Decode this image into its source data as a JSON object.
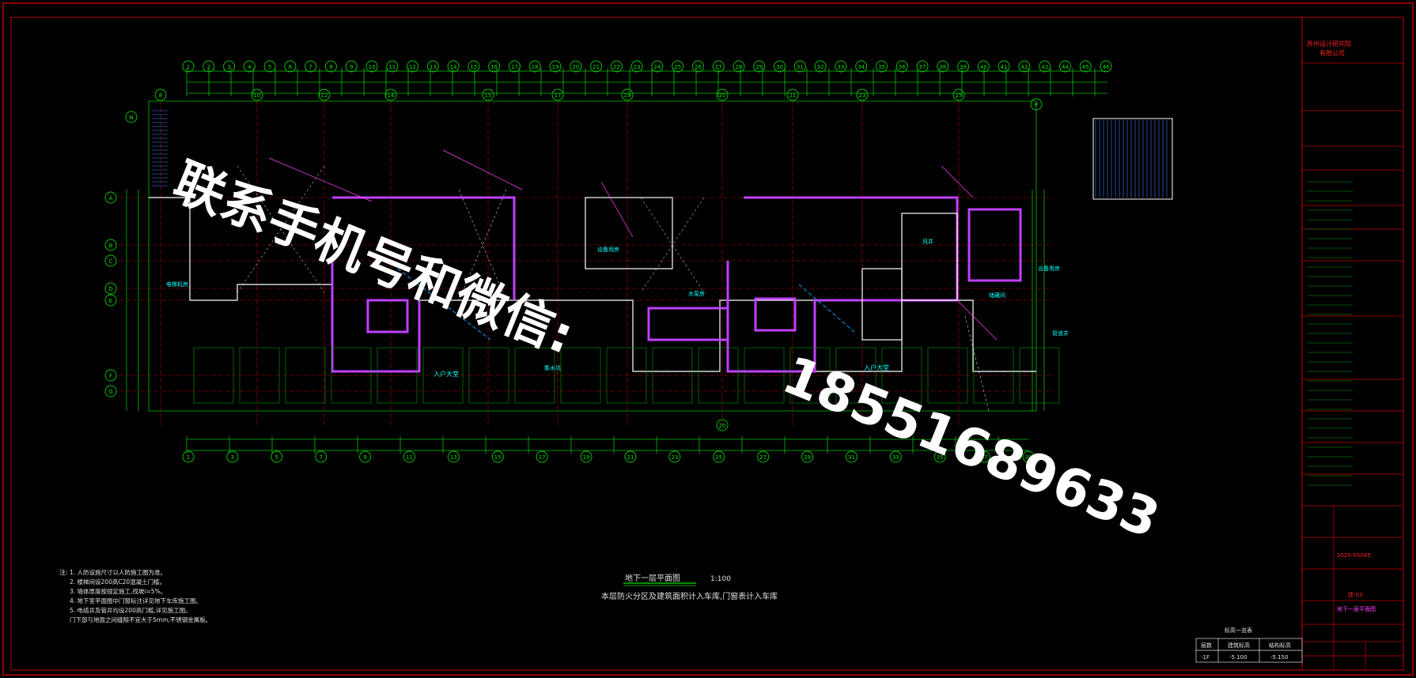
{
  "drawing": {
    "title": "地下一层平面图",
    "scale": "1:100",
    "subtitle": "本层防火分区及建筑面积计入车库,门窗表计入车库"
  },
  "watermark": {
    "line1": "联系手机号和微信:",
    "line2": "18551689633"
  },
  "notes": {
    "heading": "注:",
    "items": [
      "1. 人防设施尺寸以人防施工图为准。",
      "2. 楼梯间设200高C20混凝土门槛。",
      "3. 墙体厚度按规定施工,找坡i=5%。",
      "4. 地下室平面图中门窗标注详见地下车库施工图。",
      "5. 电缆井及管井均设200高门槛,详见施工图。",
      "门下部与地面之间缝隙不宜大于5mm,不锈钢金属板。"
    ]
  },
  "rooms": {
    "entry1": "入户大堂",
    "entry2": "入户大堂",
    "elevator_room": "电梯机房",
    "equipment1": "设备用房",
    "equipment2": "设备用房",
    "shaft": "风井",
    "storage": "储藏间",
    "pump": "水泵房",
    "water": "集水坑",
    "duct": "管道井"
  },
  "level_table": {
    "heading": "标高一览表",
    "headers": [
      "层数",
      "建筑标高",
      "结构标高"
    ],
    "row": [
      "-1F",
      "-5.100",
      "-5.150"
    ]
  },
  "title_block": {
    "company_line1": "苏州设计研究院",
    "company_line2": "有限公司",
    "project_no": "2020-05045",
    "sheet_name": "地下一层平面图",
    "sheet_no": "建-03"
  },
  "grid_top": [
    "1",
    "2",
    "3",
    "4",
    "5",
    "6",
    "7",
    "8",
    "9",
    "10",
    "11",
    "12",
    "13",
    "14",
    "15",
    "16",
    "17",
    "18",
    "19",
    "20",
    "21",
    "22",
    "23",
    "24",
    "25",
    "26",
    "27",
    "28",
    "29",
    "30",
    "31",
    "32",
    "33",
    "34",
    "35",
    "36",
    "37",
    "38",
    "39",
    "40",
    "41",
    "42",
    "43",
    "44",
    "45",
    "46"
  ],
  "grid_mid": [
    "8",
    "10",
    "12",
    "14",
    "15",
    "17",
    "19",
    "20",
    "21",
    "23",
    "25"
  ],
  "grid_bottom": [
    "1",
    "3",
    "5",
    "7",
    "9",
    "11",
    "13",
    "15",
    "17",
    "19",
    "21",
    "23",
    "25",
    "27",
    "29",
    "31",
    "33",
    "35",
    "37",
    "39"
  ],
  "grid_left": [
    "N",
    "A",
    "B",
    "C",
    "D",
    "E",
    "F",
    "G"
  ],
  "grid_right": [
    "P"
  ],
  "grid_center": [
    "20"
  ]
}
